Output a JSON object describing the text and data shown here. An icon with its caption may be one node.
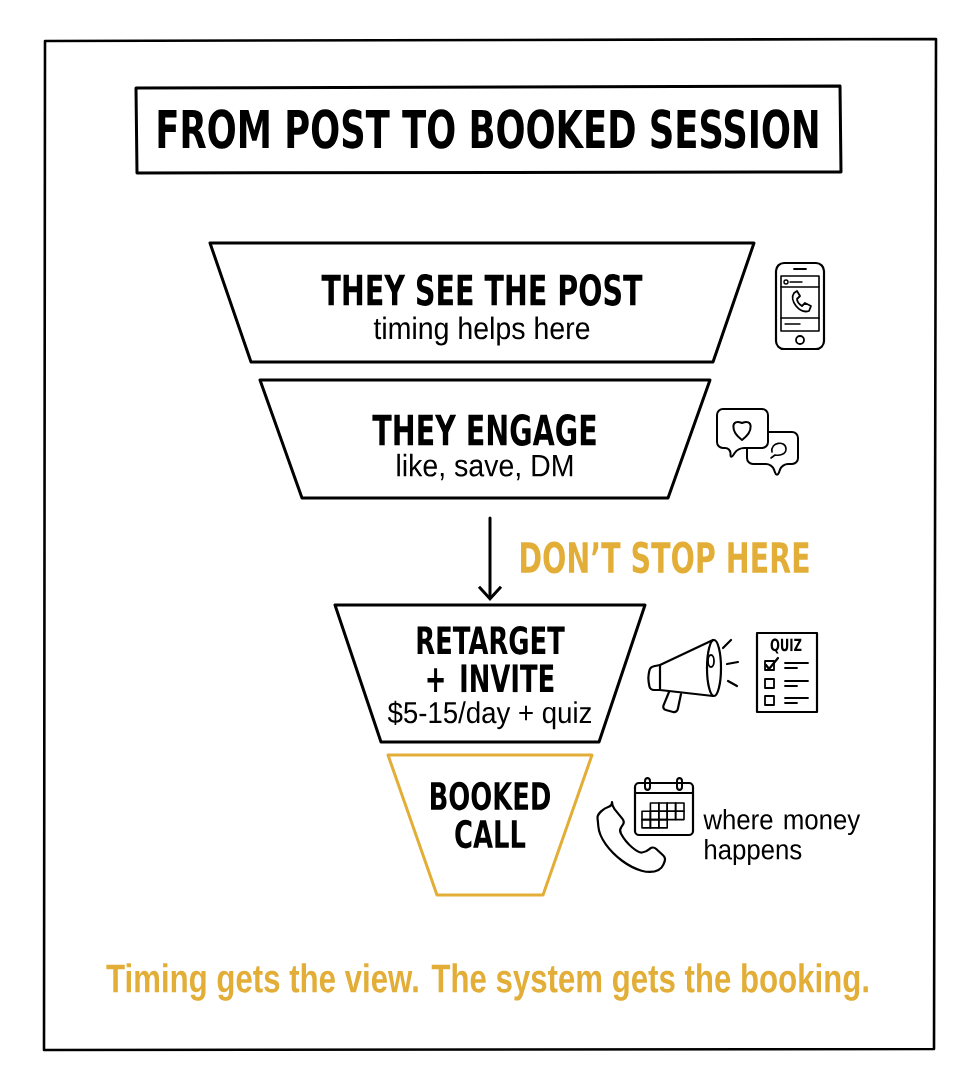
{
  "diagram": {
    "title": "FROM POST TO BOOKED SESSION",
    "caption": "Timing gets the view. The system gets the booking.",
    "nodes": [
      {
        "text": [
          "THEY SEE THE POST",
          "timing helps here"
        ]
      },
      {
        "text": [
          "THEY ENGAGE",
          "like, save, DM"
        ]
      },
      {
        "text": [
          "RETARGET + INVITE",
          "$5-15/day + quiz"
        ]
      },
      {
        "text": [
          "BOOKED CALL"
        ],
        "beside": [
          "where money happens"
        ]
      }
    ],
    "edges": [
      {
        "from": 1,
        "to": 2,
        "arrow": "to",
        "label": "DON’T STOP HERE"
      }
    ],
    "labels": [
      "QUIZ"
    ]
  }
}
